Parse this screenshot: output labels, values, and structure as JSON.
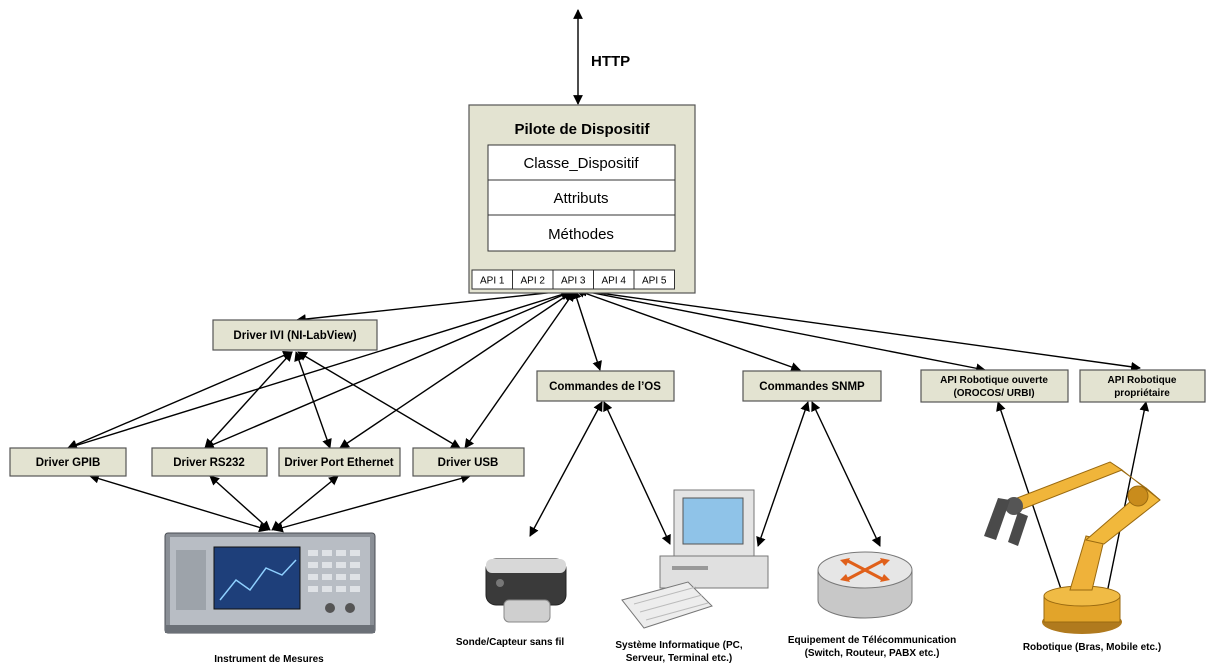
{
  "http_label": "HTTP",
  "pilote": {
    "title": "Pilote de Dispositif",
    "class_name": "Classe_Dispositif",
    "attributes": "Attributs",
    "methods": "Méthodes",
    "apis": [
      "API 1",
      "API 2",
      "API 3",
      "API 4",
      "API 5"
    ]
  },
  "drivers": {
    "ivi": "Driver IVI (NI-LabView)",
    "gpib": "Driver GPIB",
    "rs232": "Driver RS232",
    "ethernet": "Driver Port Ethernet",
    "usb": "Driver USB",
    "os": "Commandes de l’OS",
    "snmp": "Commandes SNMP",
    "robot_open_1": "API Robotique ouverte",
    "robot_open_2": "(OROCOS/ URBI)",
    "robot_prop_1": "API Robotique",
    "robot_prop_2": "propriétaire"
  },
  "devices": {
    "instrument": "Instrument de Mesures",
    "sonde": "Sonde/Capteur sans fil",
    "systeme_1": "Système Informatique (PC,",
    "systeme_2": "Serveur, Terminal etc.)",
    "telecom_1": "Equipement de Télécommunication",
    "telecom_2": "(Switch, Routeur, PABX etc.)",
    "robotique": "Robotique (Bras, Mobile etc.)"
  }
}
